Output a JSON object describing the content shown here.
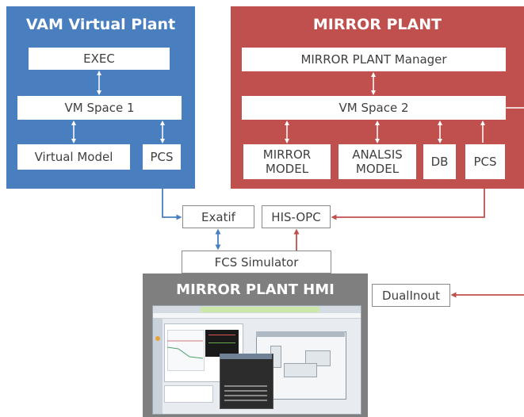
{
  "vam": {
    "title": "VAM Virtual Plant",
    "exec": "EXEC",
    "vm_space": "VM Space 1",
    "virtual_model": "Virtual Model",
    "pcs": "PCS",
    "color": "#4a7fbf"
  },
  "mirror": {
    "title": "MIRROR PLANT",
    "manager": "MIRROR PLANT Manager",
    "vm_space": "VM Space 2",
    "mirror_model": "MIRROR\nMODEL",
    "analysis_model": "ANALSIS\nMODEL",
    "db": "DB",
    "pcs": "PCS",
    "color": "#c0504d"
  },
  "middle": {
    "exatif": "Exatif",
    "his_opc": "HIS-OPC",
    "fcs_simulator": "FCS Simulator",
    "dual_inout": "DualInout"
  },
  "hmi": {
    "title": "MIRROR PLANT HMI",
    "color": "#7f7f7f"
  },
  "colors": {
    "blue_arrow": "#4a7fbf",
    "red_arrow": "#c0504d",
    "white_arrow": "#ffffff"
  }
}
